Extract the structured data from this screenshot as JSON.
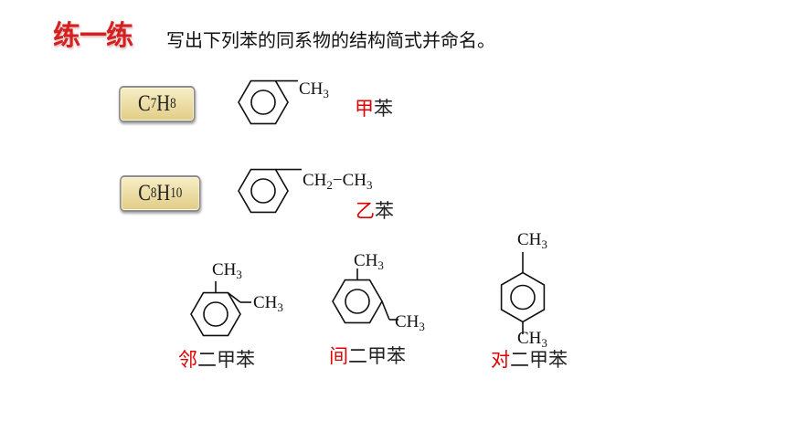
{
  "header": {
    "title": "练一练",
    "instruction": "写出下列苯的同系物的结构简式并命名。"
  },
  "formulas": [
    {
      "c": "C",
      "c_sub": "7",
      "h": "H",
      "h_sub": "8"
    },
    {
      "c": "C",
      "c_sub": "8",
      "h": "H",
      "h_sub": "10"
    }
  ],
  "structures": {
    "toluene": {
      "sub": "CH",
      "sub_n": "3",
      "name_hl": "甲",
      "name_rest": "苯"
    },
    "ethylbenzene": {
      "ch2": "CH",
      "ch2_n": "2",
      "dash": "−",
      "ch3": "CH",
      "ch3_n": "3",
      "name_hl": "乙",
      "name_rest": "苯"
    },
    "ortho": {
      "sub1": "CH",
      "sub1_n": "3",
      "sub2": "CH",
      "sub2_n": "3",
      "name_hl": "邻",
      "name_rest": "二甲苯"
    },
    "meta": {
      "sub1": "CH",
      "sub1_n": "3",
      "sub2": "CH",
      "sub2_n": "3",
      "name_hl": "间",
      "name_rest": "二甲苯"
    },
    "para": {
      "sub1": "CH",
      "sub1_n": "3",
      "sub2": "CH",
      "sub2_n": "3",
      "name_hl": "对",
      "name_rest": "二甲苯"
    }
  },
  "colors": {
    "title": "#d42020",
    "highlight": "#e00000",
    "badge": "#e8d590"
  }
}
